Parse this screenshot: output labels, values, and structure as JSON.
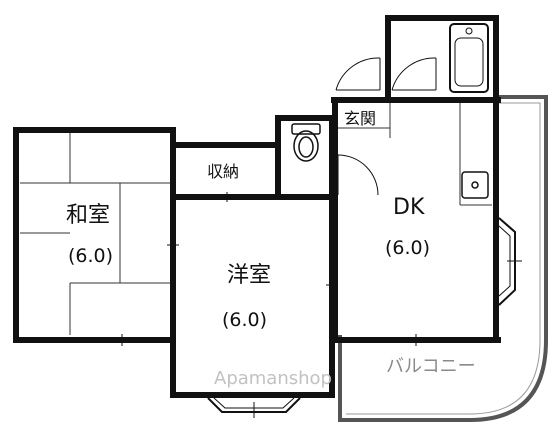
{
  "rooms": {
    "washitsu": {
      "name": "和室",
      "size": "(6.0)"
    },
    "storage": {
      "name": "収納"
    },
    "youshitsu": {
      "name": "洋室",
      "size": "(6.0)"
    },
    "entrance": {
      "name": "玄関"
    },
    "dk": {
      "name": "DK",
      "size": "(6.0)"
    },
    "balcony": {
      "name": "バルコニー"
    }
  },
  "watermark": "Apamanshop"
}
